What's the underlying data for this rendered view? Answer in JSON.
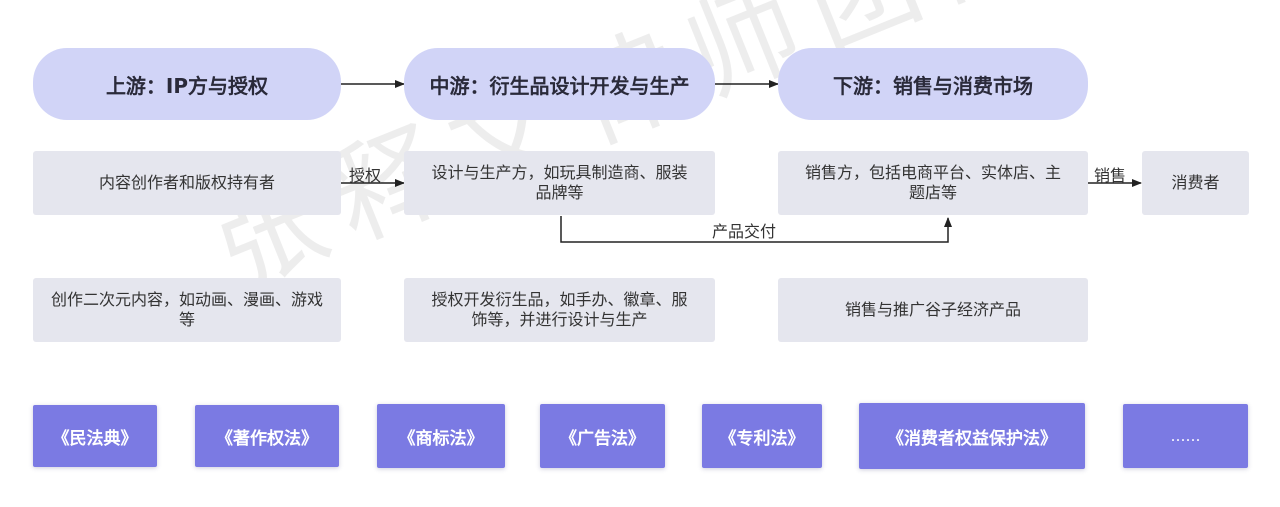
{
  "watermark": "张释文律师团队",
  "stages": {
    "upstream": "上游：IP方与授权",
    "midstream": "中游：衍生品设计开发与生产",
    "downstream": "下游：销售与消费市场"
  },
  "row2": {
    "creators": "内容创作者和版权持有者",
    "makers": "设计与生产方，如玩具制造商、服装品牌等",
    "sellers": "销售方，包括电商平台、实体店、主题店等",
    "consumers": "消费者"
  },
  "edge_labels": {
    "license": "授权",
    "sales": "销售",
    "delivery": "产品交付"
  },
  "row3": {
    "create": "创作二次元内容，如动画、漫画、游戏等",
    "develop": "授权开发衍生品，如手办、徽章、服饰等，并进行设计与生产",
    "promote": "销售与推广谷子经济产品"
  },
  "laws": [
    "《民法典》",
    "《著作权法》",
    "《商标法》",
    "《广告法》",
    "《专利法》",
    "《消费者权益保护法》",
    "……"
  ]
}
